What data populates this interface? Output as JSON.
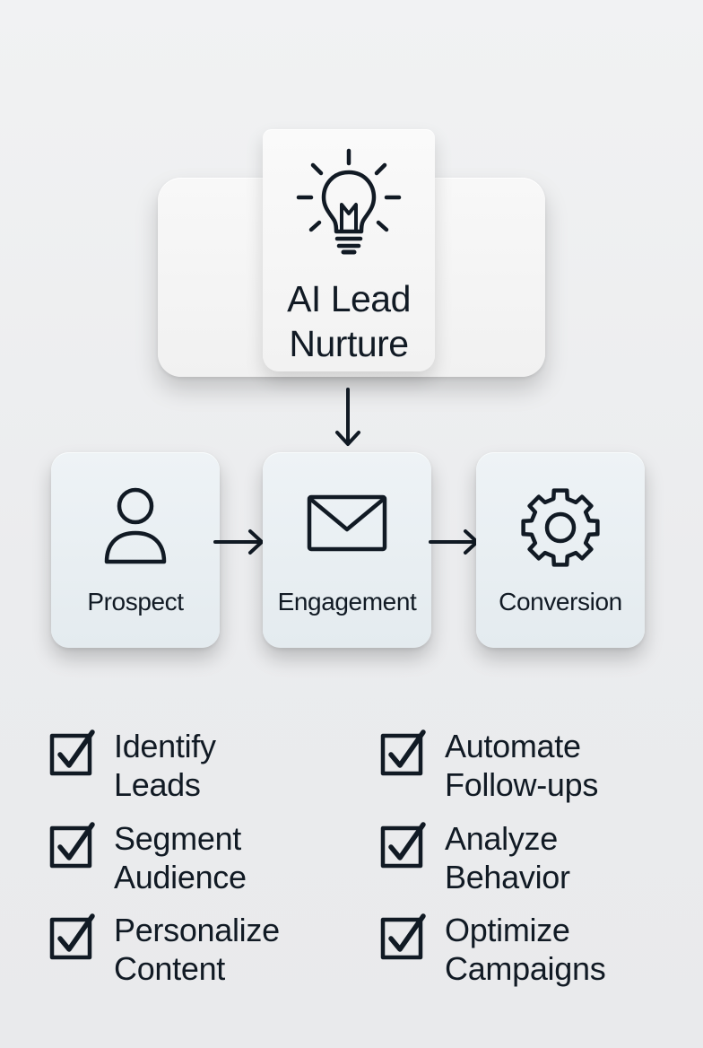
{
  "hero": {
    "title_line1": "AI Lead",
    "title_line2": "Nurture",
    "icon": "lightbulb-icon"
  },
  "flow": [
    {
      "label": "Prospect",
      "icon": "person-icon"
    },
    {
      "label": "Engagement",
      "icon": "envelope-icon"
    },
    {
      "label": "Conversion",
      "icon": "gear-icon"
    }
  ],
  "checklist": {
    "left": [
      {
        "line1": "Identify",
        "line2": "Leads"
      },
      {
        "line1": "Segment",
        "line2": "Audience"
      },
      {
        "line1": "Personalize",
        "line2": "Content"
      }
    ],
    "right": [
      {
        "line1": "Automate",
        "line2": "Follow-ups"
      },
      {
        "line1": "Analyze",
        "line2": "Behavior"
      },
      {
        "line1": "Optimize",
        "line2": "Campaigns"
      }
    ]
  },
  "colors": {
    "ink": "#111a24",
    "card": "#f4f4f4",
    "flow_box": "#e8eef2",
    "background": "#eceded"
  }
}
